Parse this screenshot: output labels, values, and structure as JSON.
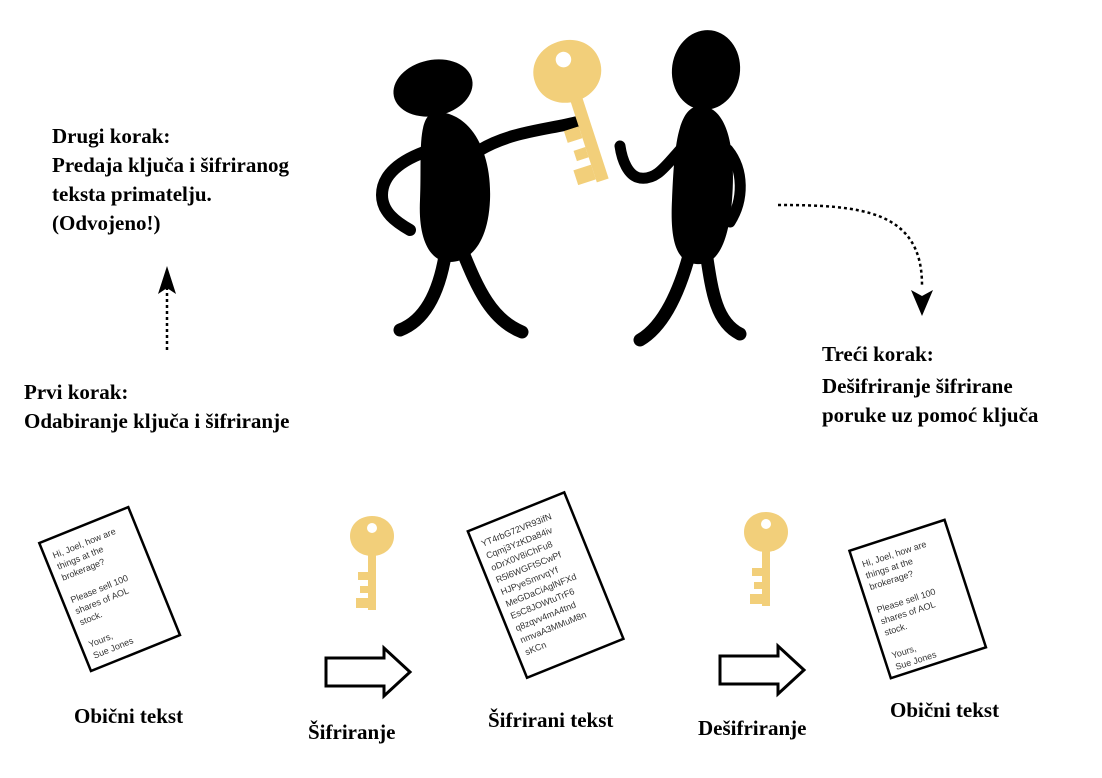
{
  "steps": {
    "first": {
      "title": "Prvi korak:",
      "lines": [
        "Odabiranje ključa i šifriranje"
      ]
    },
    "second": {
      "title": "Drugi korak:",
      "lines": [
        "Predaja ključa i šifriranog",
        "teksta primatelju.",
        "(Odvojeno!)"
      ]
    },
    "third": {
      "title": "Treći korak:",
      "lines": [
        "Dešifriranje šifrirane",
        "poruke uz pomoć ključa"
      ]
    }
  },
  "bottom_labels": {
    "plain1": "Obični tekst",
    "encrypt": "Šifriranje",
    "cipher": "Šifrirani tekst",
    "decrypt": "Dešifriranje",
    "plain2": "Obični tekst"
  },
  "documents": {
    "plain_text_lines": [
      "Hi, Joel, how are",
      "things at the",
      "brokerage?",
      "",
      "Please sell 100",
      "shares of AOL",
      "stock.",
      "",
      "Yours,",
      "Sue Jones"
    ],
    "cipher_text_lines": [
      "YT4rbG72VR93ifN",
      "Cqmj3YzKDa84iv",
      "oDrX0V8iChFu8",
      "R5l6WGFtSCwPf",
      "HJPyeSmrvqYf",
      "MeGDaCiAglNFXd",
      "EsC8JOWtuTrF6",
      "q8zqvv4mA4tnd",
      "nmvaA3MMuM8n",
      "sKCn"
    ]
  },
  "colors": {
    "key": "#f2cf7a",
    "figure": "#000000"
  },
  "icons": [
    "person-left-icon",
    "person-right-icon",
    "key-icon",
    "document-icon",
    "arrow-right-icon"
  ]
}
